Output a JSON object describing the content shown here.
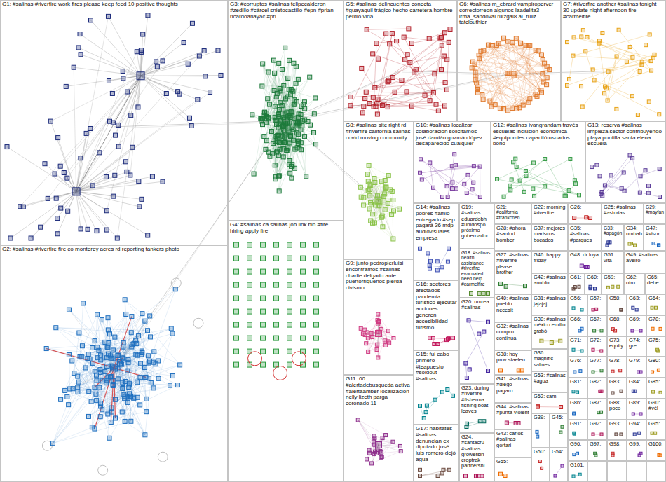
{
  "diagram": {
    "nodes": [
      {
        "text": [
          "G1: #salinas #riverfire work fires please keep feed 10 positive thoughts"
        ]
      },
      {
        "text": [
          "G3: #corruptos #salinas felipecalderon #zedillo #cárcel snietocastillo #epn #prian ricardoanayac #pri"
        ]
      },
      {
        "text": [
          "G5: #salinas delincuentes conecta #guayaquil trágico hecho carretera hombre perdió vida"
        ]
      },
      {
        "text": [
          "G6: #salinas m_ebrard vampiroperver correctorreon algunos laadelita3 irma_sandoval ruizgal8 al_ruiiz tatclouthier"
        ]
      },
      {
        "text": [
          "G7: #riverfire another #salinas tonight 30 update night afternoon fire #carmelfire"
        ]
      },
      {
        "text": [
          "G2: #salinas #riverfire fire co monterey acres rd reporting tankers photo"
        ]
      },
      {
        "text": [
          "G4: #salinas ca salinas job link bio #fire hiring apply fire"
        ]
      },
      {
        "text": [
          "G8: #salinas site right rd #riverfire california salinas covid moving community"
        ]
      },
      {
        "text": [
          "G10: #salinas localizar colaboración solicitamos josé damián guzmán lópez desaparecido cualquier"
        ]
      },
      {
        "text": [
          "G12: #salinas ivangrandam través escuelas inclusión económica #equipomies capacitó usuarios bono"
        ]
      },
      {
        "text": [
          "G13: reserva #salinas limpieza sector contribuyendo playa puntilla santa elena escuela"
        ]
      },
      {
        "text": [
          "G9: junto pedropierluisi encontramos #salinas charlie delgado ante puertorriqueños pierda civismo"
        ]
      },
      {
        "text": [
          "G11: 00 #alertadebusqueda activa #alertaamber localización nelly lizeth parga coronado 11"
        ]
      },
      {
        "text": [
          "G14: #salinas pobres #amlo entregado #sep pagará 36 mdp audiovisuales empresa"
        ]
      },
      {
        "text": [
          "G16: sectores afectados pandemia turístico ejecutar acciones generen accesibilidad turismo"
        ]
      },
      {
        "text": [
          "G15: fui cabo primero #teapuesto #soldout #salinas"
        ]
      },
      {
        "text": [
          "G17: habitates #salinas denuncian ex diputado josé luis romero dejó agua"
        ]
      },
      {
        "text": [
          "G19: #salinas eduardobh #unidospo próximo gobernador"
        ]
      },
      {
        "text": [
          "G18: #salinas health assistance #riverfire evacuated need help #carmelfire"
        ]
      },
      {
        "text": [
          "G20: umrea #salinas"
        ]
      },
      {
        "text": [
          "G23: during #riverfire #fisherma fishing boat leaves"
        ]
      },
      {
        "text": [
          "G24: #santacru #salinas growersin croptrak partnershi"
        ]
      },
      {
        "text": [
          "G21: #california #frankchen"
        ]
      },
      {
        "text": [
          "G22: morning #riverfire"
        ]
      },
      {
        "text": [
          "G26:"
        ]
      },
      {
        "text": [
          "G25: #salinas #asturias"
        ]
      },
      {
        "text": [
          "G29: #mayfan"
        ]
      },
      {
        "text": [
          "G28: #ahora #santod bomber"
        ]
      },
      {
        "text": [
          "G37: mejores mariscos bocados"
        ]
      },
      {
        "text": [
          "G35: #salinas #parques"
        ]
      },
      {
        "text": [
          "G33: #apagón"
        ]
      },
      {
        "text": [
          "G34: umbab"
        ]
      },
      {
        "text": [
          "G47: #visor"
        ]
      },
      {
        "text": [
          "G27: #salinas #riverfire please brother"
        ]
      },
      {
        "text": [
          "G46: happy friday"
        ]
      },
      {
        "text": [
          "G48: dr loya"
        ]
      },
      {
        "text": [
          "G51: vita"
        ]
      },
      {
        "text": [
          "G49: #salinas aveiro"
        ]
      },
      {
        "text": [
          "G42: #salinas anublo"
        ]
      },
      {
        "text": [
          "G61:"
        ]
      },
      {
        "text": [
          "G60:"
        ]
      },
      {
        "text": [
          "G59:"
        ]
      },
      {
        "text": [
          "G62: otro"
        ]
      },
      {
        "text": [
          "G65: debe"
        ]
      },
      {
        "text": [
          "G40: #salinas pueblo necesit"
        ]
      },
      {
        "text": [
          "G32: #salinas compro continua"
        ]
      },
      {
        "text": [
          "G38: hoy prov staelen"
        ]
      },
      {
        "text": [
          "G41: #salinas #diego pagaro"
        ]
      },
      {
        "text": [
          "G44: #salinas #punta violent"
        ]
      },
      {
        "text": [
          "G43: carlos #salinas gortari"
        ]
      },
      {
        "text": [
          "G31: #salinas jajajaj"
        ]
      },
      {
        "text": [
          "G30: #salinas méxico emilio grabó"
        ]
      },
      {
        "text": [
          "G36: magnific salines"
        ]
      },
      {
        "text": [
          "G53: #salinas #agua"
        ]
      },
      {
        "text": [
          "G52: cam"
        ]
      },
      {
        "text": [
          "G39:"
        ]
      },
      {
        "text": [
          "G45:"
        ]
      },
      {
        "text": [
          "G50:"
        ]
      },
      {
        "text": [
          "G54:"
        ]
      },
      {
        "text": [
          "G55:"
        ]
      },
      {
        "text": [
          "G56:"
        ]
      },
      {
        "text": [
          "G57:"
        ]
      },
      {
        "text": [
          "G58:"
        ]
      },
      {
        "text": [
          "G63:"
        ]
      },
      {
        "text": [
          "G64:"
        ]
      },
      {
        "text": [
          "G66:"
        ]
      },
      {
        "text": [
          "G67:"
        ]
      },
      {
        "text": [
          "G68:"
        ]
      },
      {
        "text": [
          "G69:"
        ]
      },
      {
        "text": [
          "G70:"
        ]
      },
      {
        "text": [
          "G71:"
        ]
      },
      {
        "text": [
          "G72:"
        ]
      },
      {
        "text": [
          "G73: equity"
        ]
      },
      {
        "text": [
          "G74: gre"
        ]
      },
      {
        "text": [
          "G75:"
        ]
      },
      {
        "text": [
          "G76:"
        ]
      },
      {
        "text": [
          "G77:"
        ]
      },
      {
        "text": [
          "G78:"
        ]
      },
      {
        "text": [
          "G79:"
        ]
      },
      {
        "text": [
          "G80:"
        ]
      },
      {
        "text": [
          "G81:"
        ]
      },
      {
        "text": [
          "G82:"
        ]
      },
      {
        "text": [
          "G83:"
        ]
      },
      {
        "text": [
          "G84:"
        ]
      },
      {
        "text": [
          "G85:"
        ]
      },
      {
        "text": [
          "G86:"
        ]
      },
      {
        "text": [
          "G87:"
        ]
      },
      {
        "text": [
          "G88: poco"
        ]
      },
      {
        "text": [
          "G89:"
        ]
      },
      {
        "text": [
          "G90: #vél"
        ]
      },
      {
        "text": [
          "G91:"
        ]
      },
      {
        "text": [
          "G92:"
        ]
      },
      {
        "text": [
          "G93:"
        ]
      },
      {
        "text": [
          "G94:"
        ]
      },
      {
        "text": [
          "G95:"
        ]
      },
      {
        "text": [
          "G96:"
        ]
      },
      {
        "text": [
          "G97:"
        ]
      },
      {
        "text": [
          "G98:"
        ]
      },
      {
        "text": [
          "G99:"
        ]
      },
      {
        "text": [
          "G100:"
        ]
      },
      {
        "text": [
          "G101:"
        ]
      }
    ]
  }
}
